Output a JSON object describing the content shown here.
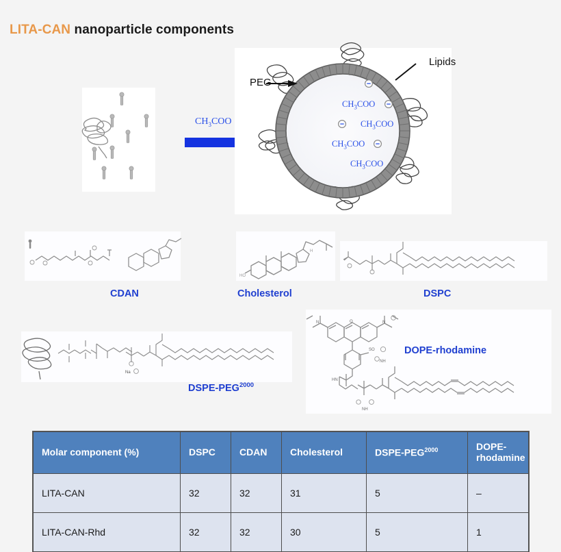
{
  "title": {
    "accent": "LITA-CAN",
    "rest": "nanoparticle components"
  },
  "colors": {
    "accent_orange": "#e8984a",
    "label_blue": "#1f3fd0",
    "ion_blue": "#2a50e8",
    "arrow_blue": "#1533e0",
    "table_header_blue": "#4f81bd",
    "table_cell_blue": "#dde3ef",
    "background": "#f4f4f4",
    "structure_gray": "#8a8a8a"
  },
  "reaction": {
    "reagent_label": "CH",
    "reagent_sub": "3",
    "reagent_rest": "COO",
    "reagent_charge": "⊖",
    "arrow_name": "blue-right-arrow"
  },
  "nanoparticle": {
    "annotations": [
      {
        "text": "PEG",
        "name": "peg-annotation"
      },
      {
        "text": "Lipids",
        "name": "lipids-annotation"
      }
    ],
    "interior_ions": [
      {
        "text": "CH3COO",
        "charge": "⊖"
      },
      {
        "text": "CH3COO",
        "charge": "⊖"
      },
      {
        "text": "CH3COO",
        "charge": "⊖"
      },
      {
        "text": "CH3COO",
        "charge": "⊖"
      }
    ],
    "ion_text_parts": {
      "pre": "CH",
      "sub": "3",
      "post": "COO"
    }
  },
  "structures": [
    {
      "label": "CDAN",
      "superscript": "",
      "name": "cdan"
    },
    {
      "label": "Cholesterol",
      "superscript": "",
      "name": "cholesterol"
    },
    {
      "label": "DSPC",
      "superscript": "",
      "name": "dspc"
    },
    {
      "label": "DSPE-PEG",
      "superscript": "2000",
      "name": "dspe-peg"
    },
    {
      "label": "DOPE-rhodamine",
      "superscript": "",
      "name": "dope-rhodamine"
    }
  ],
  "labels": {
    "cdan": "CDAN",
    "cholesterol": "Cholesterol",
    "dspc": "DSPC",
    "dspe_peg": "DSPE-PEG",
    "dspe_peg_sup": "2000",
    "dope_rhodamine": "DOPE-rhodamine"
  },
  "table": {
    "headers": [
      "Molar component (%)",
      "DSPC",
      "CDAN",
      "Cholesterol",
      "DSPE-PEG",
      "DOPE-rhodamine"
    ],
    "header_peg_sup": "2000",
    "rows": [
      {
        "name": "LITA-CAN",
        "dspc": "32",
        "cdan": "32",
        "cholesterol": "31",
        "dspe_peg": "5",
        "dope_rhodamine": "–"
      },
      {
        "name": "LITA-CAN-Rhd",
        "dspc": "32",
        "cdan": "32",
        "cholesterol": "30",
        "dspe_peg": "5",
        "dope_rhodamine": "1"
      }
    ]
  }
}
